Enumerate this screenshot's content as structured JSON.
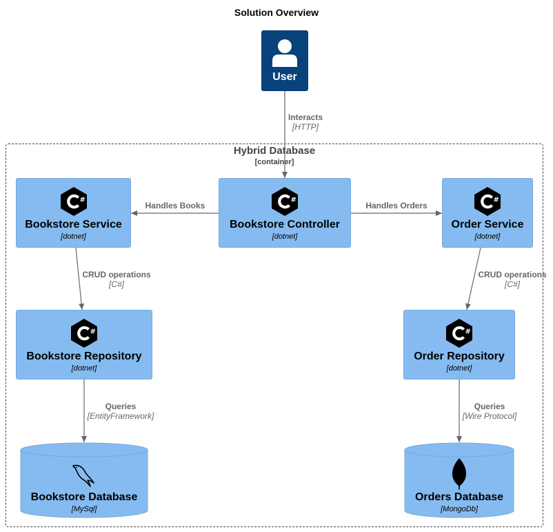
{
  "diagram": {
    "title": "Solution Overview",
    "boundary": {
      "title": "Hybrid Database",
      "type": "[container]"
    },
    "person": {
      "label": "User"
    },
    "containers": {
      "bookstore_service": {
        "name": "Bookstore Service",
        "tech": "[dotnet]",
        "icon": "csharp-icon"
      },
      "bookstore_controller": {
        "name": "Bookstore Controller",
        "tech": "[dotnet]",
        "icon": "csharp-icon"
      },
      "order_service": {
        "name": "Order Service",
        "tech": "[dotnet]",
        "icon": "csharp-icon"
      },
      "bookstore_repository": {
        "name": "Bookstore Repository",
        "tech": "[dotnet]",
        "icon": "csharp-icon"
      },
      "order_repository": {
        "name": "Order Repository",
        "tech": "[dotnet]",
        "icon": "csharp-icon"
      }
    },
    "databases": {
      "bookstore_database": {
        "name": "Bookstore Database",
        "tech": "[MySql]",
        "icon": "mysql-dolphin-icon"
      },
      "orders_database": {
        "name": "Orders Database",
        "tech": "[MongoDb]",
        "icon": "mongodb-leaf-icon"
      }
    },
    "relations": {
      "interacts": {
        "label": "Interacts",
        "tech": "[HTTP]"
      },
      "handles_books": {
        "label": "Handles Books",
        "tech": ""
      },
      "handles_orders": {
        "label": "Handles Orders",
        "tech": ""
      },
      "crud_left": {
        "label": "CRUD operations",
        "tech": "[C#]"
      },
      "crud_right": {
        "label": "CRUD operations",
        "tech": "[C#]"
      },
      "queries_left": {
        "label": "Queries",
        "tech": "[EntityFramework]"
      },
      "queries_right": {
        "label": "Queries",
        "tech": "[Wire Protocol]"
      }
    },
    "colors": {
      "person": "#08427b",
      "container": "#85bbf0",
      "arrow": "#666666",
      "boundary": "#444444"
    }
  }
}
